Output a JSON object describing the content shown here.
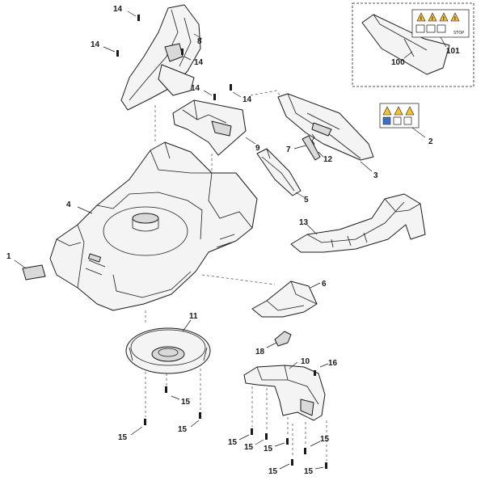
{
  "callouts": {
    "c1": "1",
    "c2": "2",
    "c3": "3",
    "c4": "4",
    "c5": "5",
    "c6": "6",
    "c7": "7",
    "c8": "8",
    "c9": "9",
    "c10": "10",
    "c11": "11",
    "c12": "12",
    "c13": "13",
    "c14": "14",
    "c15": "15",
    "c16": "16",
    "c18": "18",
    "c100": "100",
    "c101": "101"
  },
  "labels": {
    "stop": "STOP"
  },
  "colors": {
    "warning": "#f6c230",
    "line": "#1a1a1a",
    "part_fill": "#f4f4f4"
  }
}
